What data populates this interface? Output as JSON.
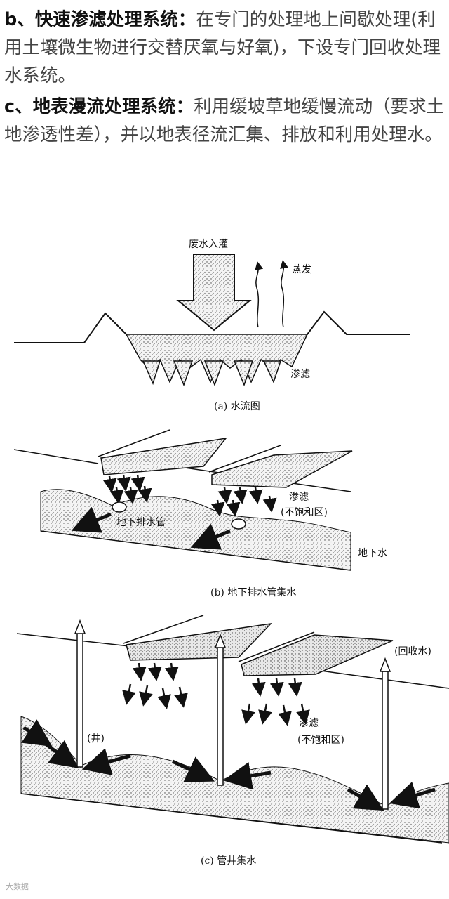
{
  "paragraphs": [
    {
      "head": "b、快速渗滤处理系统：",
      "body": "在专门的处理地上间歇处理(利用土壤微生物进行交替厌氧与好氧)，下设专门回收处理水系统。"
    },
    {
      "head": "c、地表漫流处理系统：",
      "body": "利用缓坡草地缓慢流动（要求土地渗透性差），并以地表径流汇集、排放和利用处理水。"
    }
  ],
  "diagram_a": {
    "inflow_label": "废水入灌",
    "evap_label": "蒸发",
    "seep_label": "渗滤",
    "caption": "(a) 水流图"
  },
  "diagram_b": {
    "seep_label": "渗滤",
    "unsat_label": "(不饱和区)",
    "drain_label": "地下排水管",
    "gw_label": "地下水",
    "caption": "(b) 地下排水管集水"
  },
  "diagram_c": {
    "well_label": "(井)",
    "recovered_label": "(回收水)",
    "seep_label": "渗滤",
    "unsat_label": "(不饱和区)",
    "caption": "(c) 管井集水"
  },
  "watermark": "大数据"
}
